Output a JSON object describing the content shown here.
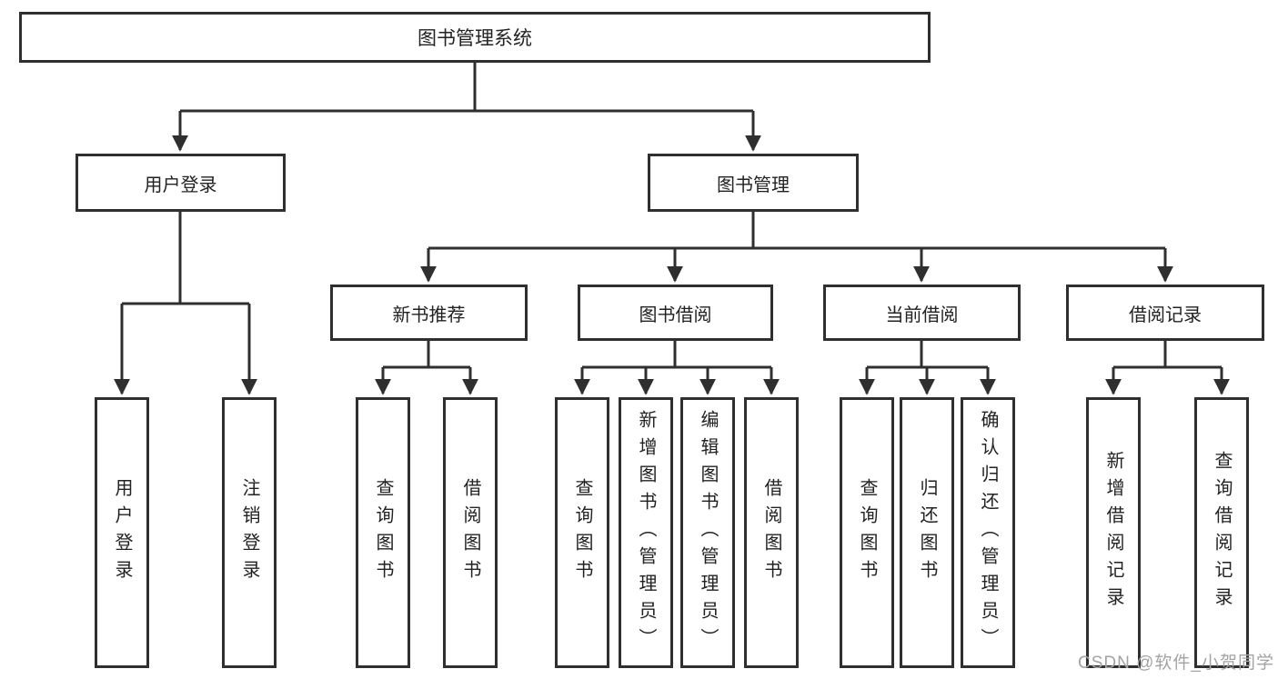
{
  "diagram": {
    "title": "图书管理系统",
    "watermark": "CSDN @软件_小贺同学",
    "colors": {
      "line": "#2f2f2f",
      "box_border": "#2f2f2f",
      "text": "#222222",
      "watermark_text": "#a3a3a3",
      "background": "#ffffff"
    },
    "nodes": {
      "root": {
        "label": "图书管理系统"
      },
      "user_login": {
        "label": "用户登录"
      },
      "book_mgmt": {
        "label": "图书管理"
      },
      "new_book_rec": {
        "label": "新书推荐"
      },
      "book_borrow": {
        "label": "图书借阅"
      },
      "current_borrow": {
        "label": "当前借阅"
      },
      "borrow_records": {
        "label": "借阅记录"
      },
      "leaf_user_login": {
        "label": "用户登录"
      },
      "leaf_logout": {
        "label": "注销登录"
      },
      "leaf_query_book_1": {
        "label": "查询图书"
      },
      "leaf_borrow_book_1": {
        "label": "借阅图书"
      },
      "leaf_query_book_2": {
        "label": "查询图书"
      },
      "leaf_add_book": {
        "label": "新增图书（管理员）"
      },
      "leaf_edit_book": {
        "label": "编辑图书（管理员）"
      },
      "leaf_borrow_book_2": {
        "label": "借阅图书"
      },
      "leaf_query_book_3": {
        "label": "查询图书"
      },
      "leaf_return_book": {
        "label": "归还图书"
      },
      "leaf_confirm_return": {
        "label": "确认归还（管理员）"
      },
      "leaf_add_record": {
        "label": "新增借阅记录"
      },
      "leaf_query_record": {
        "label": "查询借阅记录"
      }
    },
    "hierarchy": {
      "root_children": [
        "用户登录",
        "图书管理"
      ],
      "user_login_children": [
        "用户登录",
        "注销登录"
      ],
      "book_mgmt_children": [
        "新书推荐",
        "图书借阅",
        "当前借阅",
        "借阅记录"
      ],
      "new_book_rec_children": [
        "查询图书",
        "借阅图书"
      ],
      "book_borrow_children": [
        "查询图书",
        "新增图书（管理员）",
        "编辑图书（管理员）",
        "借阅图书"
      ],
      "current_borrow_children": [
        "查询图书",
        "归还图书",
        "确认归还（管理员）"
      ],
      "borrow_records_children": [
        "新增借阅记录",
        "查询借阅记录"
      ]
    }
  }
}
